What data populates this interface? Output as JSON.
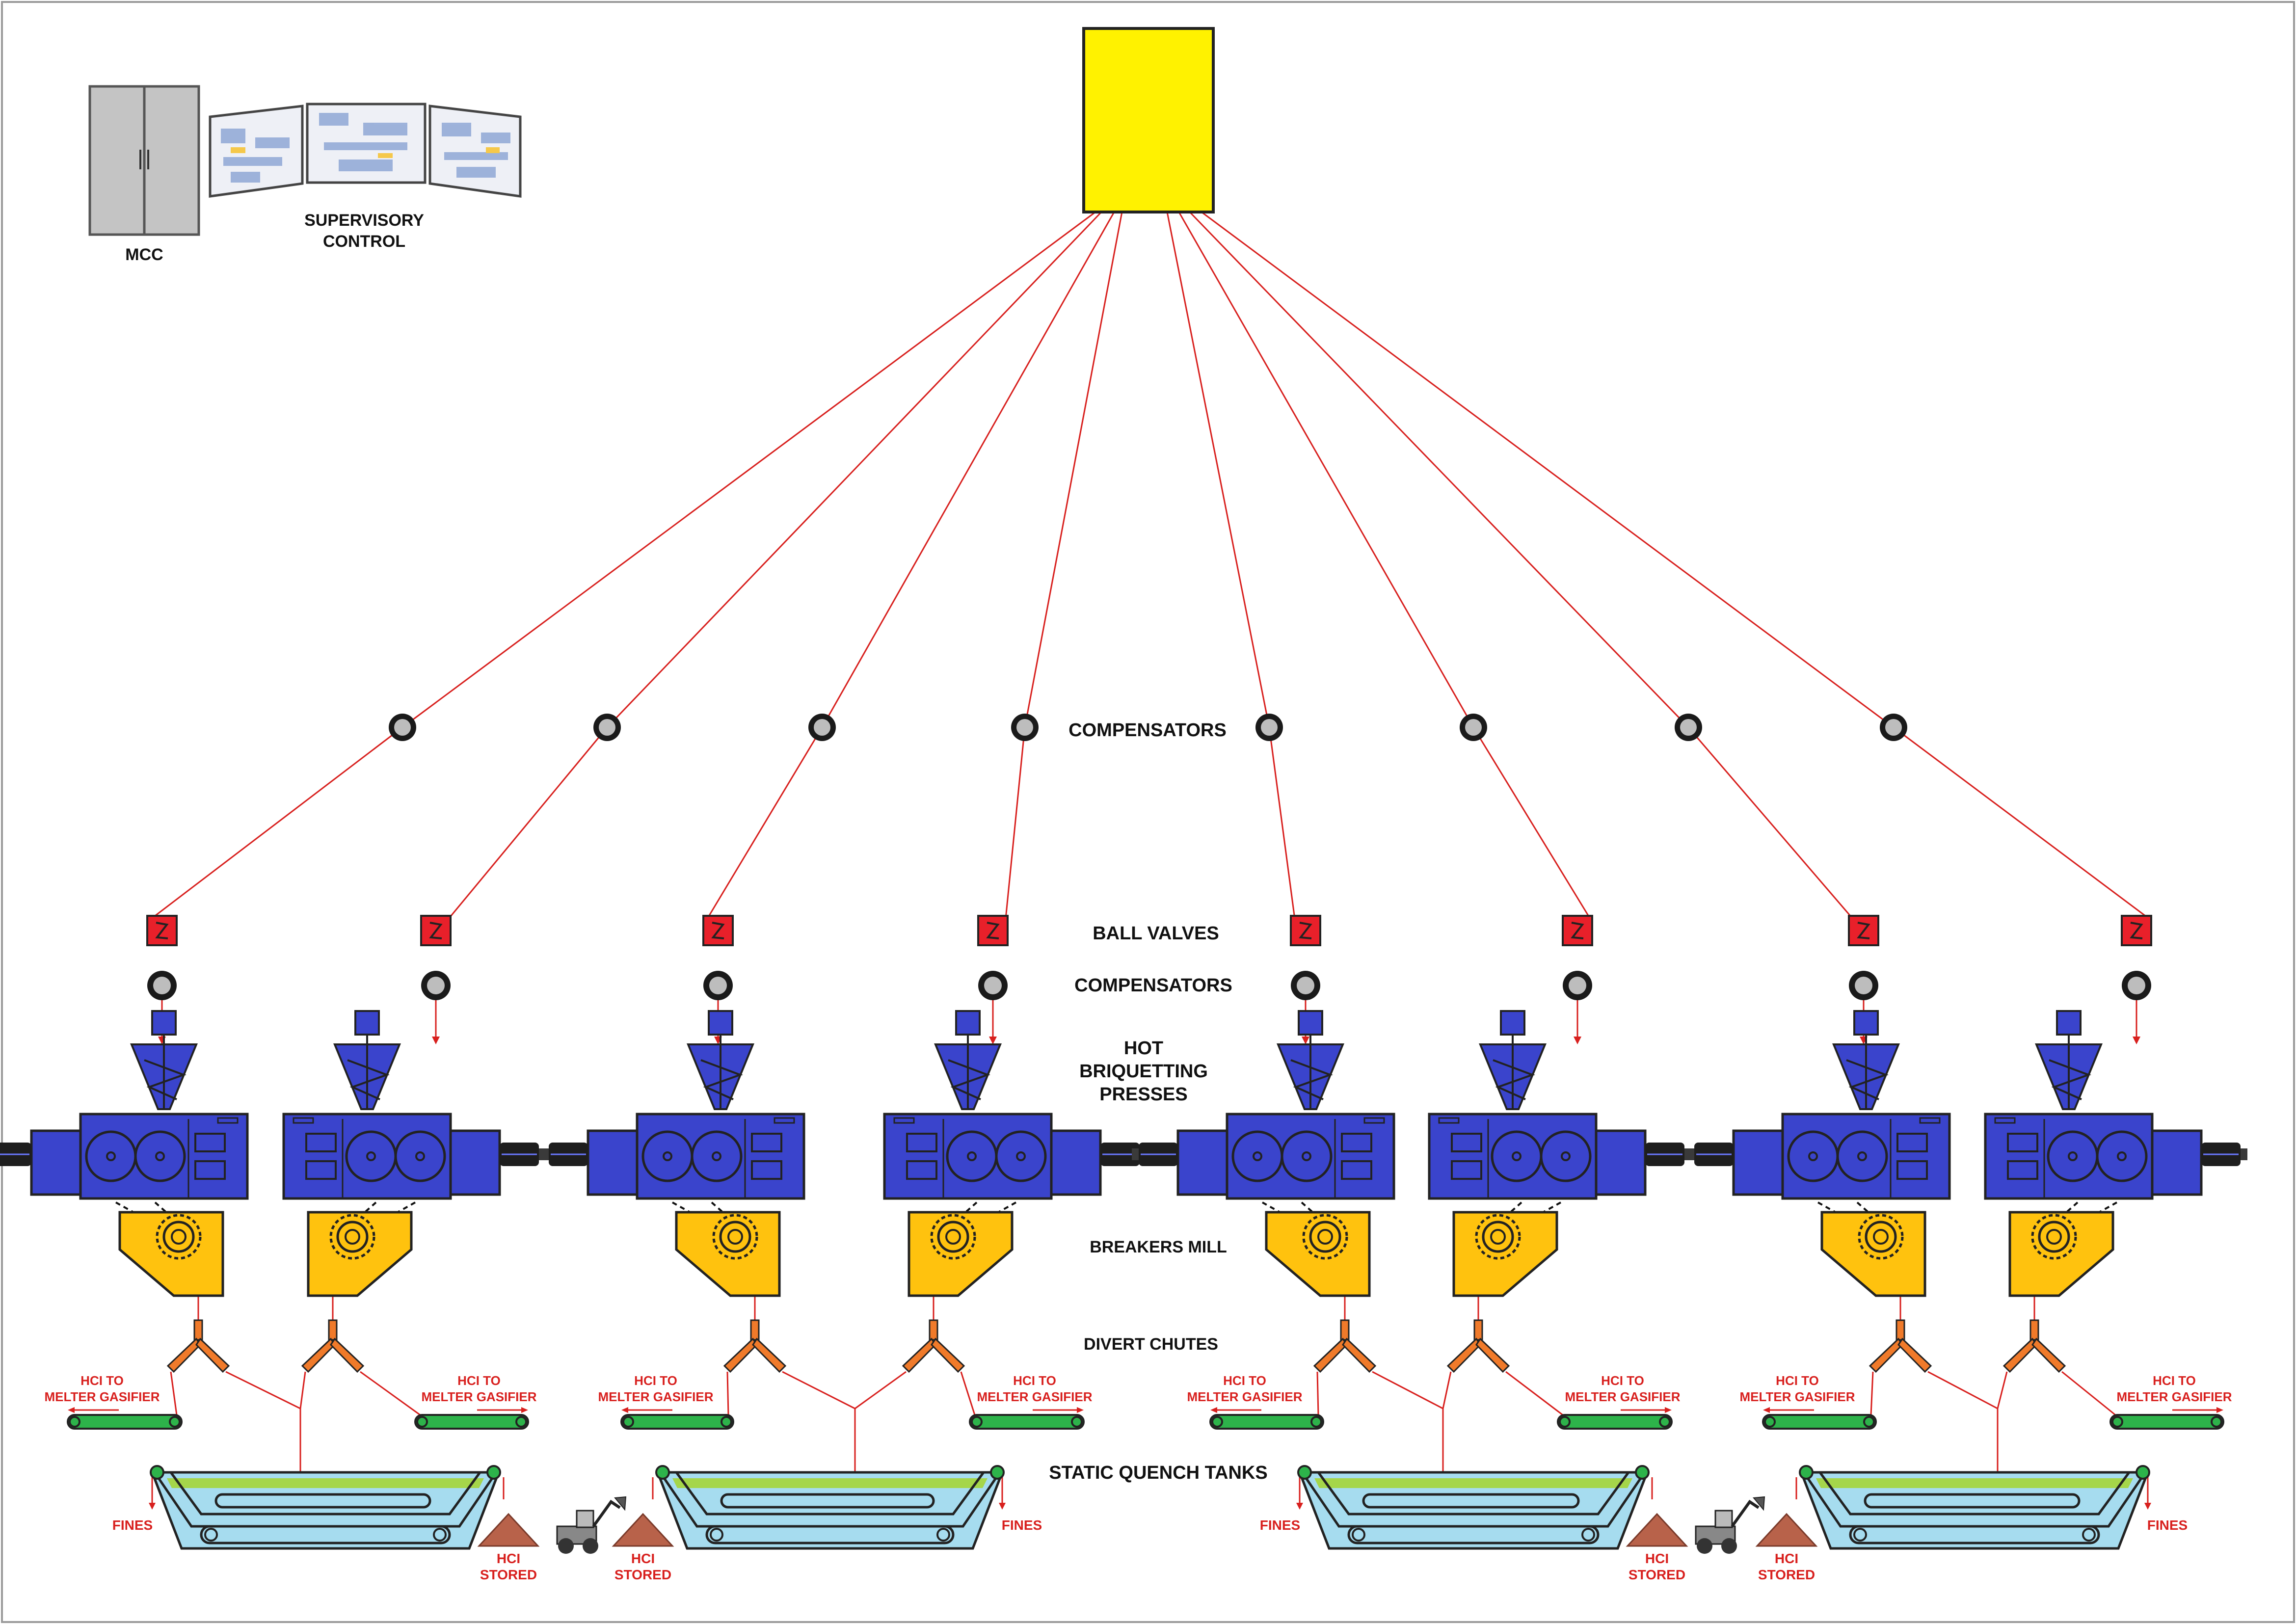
{
  "labels": {
    "mcc": "MCC",
    "supervisory_line1": "SUPERVISORY",
    "supervisory_line2": "CONTROL",
    "compensators_upper": "COMPENSATORS",
    "ball_valves": "BALL  VALVES",
    "compensators_lower": "COMPENSATORS",
    "hbp_line1": "HOT",
    "hbp_line2": "BRIQUETTING",
    "hbp_line3": "PRESSES",
    "breakers_mill": "BREAKERS MILL",
    "divert_chutes": "DIVERT CHUTES",
    "static_quench_tanks": "STATIC QUENCH TANKS"
  },
  "hci_to": "HCI TO",
  "melter_gasifier": "MELTER GASIFIER",
  "fines": "FINES",
  "hci": "HCI",
  "stored": "STORED",
  "colors": {
    "line": "#d8201e",
    "reactor": "#fff200",
    "press": "#3a44cc",
    "mill": "#ffc20e",
    "chute": "#f07a2a",
    "conveyor": "#2db34a",
    "water": "#a6dcef",
    "valve": "#e8202a",
    "pile": "#b8624a"
  },
  "press_count": 8,
  "module_count": 4
}
